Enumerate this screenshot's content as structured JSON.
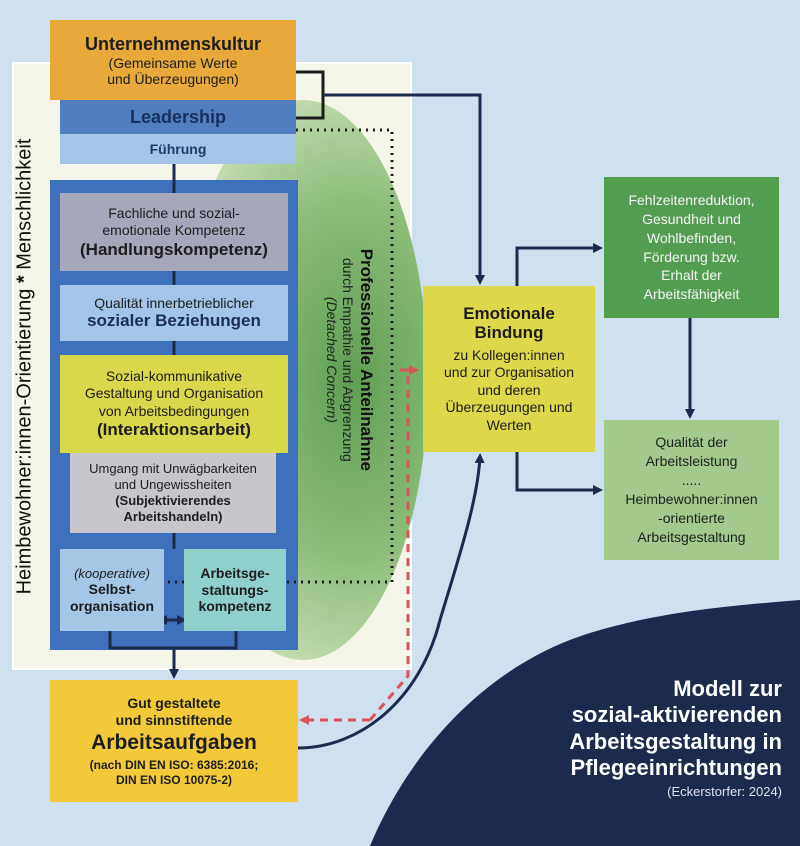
{
  "outer_label": {
    "part1": "Heimbewohner:innen-Orientierung",
    "sep": " * ",
    "part2": "Menschlichkeit"
  },
  "side_label": {
    "title": "Professionelle Anteilnahme",
    "line2": "durch Empathie und Abgrenzung",
    "line3": "(Detached Concern)"
  },
  "unternehmenskultur": {
    "title": "Unternehmenskultur",
    "sub1": "(Gemeinsame Werte",
    "sub2": "und Überzeugungen)"
  },
  "leadership": {
    "title": "Leadership"
  },
  "fuehrung": {
    "title": "Führung"
  },
  "fachliche": {
    "line1": "Fachliche und sozial-",
    "line2": "emotionale Kompetenz",
    "title": "(Handlungskompetenz)"
  },
  "qualitaet": {
    "line1": "Qualität innerbetrieblicher",
    "title": "sozialer Beziehungen"
  },
  "interaktion": {
    "line1": "Sozial-kommunikative",
    "line2": "Gestaltung und Organisation",
    "line3": "von Arbeitsbedingungen",
    "title": "(Interaktionsarbeit)"
  },
  "umgang": {
    "line1": "Umgang mit Unwägbarkeiten",
    "line2": "und Ungewissheiten",
    "title1": "(Subjektivierendes",
    "title2": "Arbeitshandeln)"
  },
  "selbst": {
    "line1": "(kooperative)",
    "title1": "Selbst-",
    "title2": "organisation"
  },
  "arbeitsgestaltung": {
    "title1": "Arbeitsge-",
    "title2": "staltungs-",
    "title3": "kompetenz"
  },
  "arbeitsaufgaben": {
    "line1": "Gut gestaltete",
    "line2": "und sinnstiftende",
    "title": "Arbeitsaufgaben",
    "note1": "(nach DIN EN ISO: 6385:2016;",
    "note2": "DIN EN ISO 10075-2)"
  },
  "emotionale": {
    "title1": "Emotionale",
    "title2": "Bindung",
    "line1": "zu Kollegen:innen",
    "line2": "und zur Organisation",
    "line3": "und deren",
    "line4": "Überzeugungen und",
    "line5": "Werten"
  },
  "fehlzeiten": {
    "line1": "Fehlzeitenreduktion,",
    "line2": "Gesundheit und",
    "line3": "Wohlbefinden,",
    "line4": "Förderung bzw.",
    "line5": "Erhalt der",
    "line6": "Arbeitsfähigkeit"
  },
  "qualitaet_arbeit": {
    "line1": "Qualität der",
    "line2": "Arbeitsleistung",
    "line3": ".....",
    "line4": "Heimbewohner:innen",
    "line5": "-orientierte",
    "line6": "Arbeitsgestaltung"
  },
  "title_block": {
    "line1": "Modell zur",
    "line2": "sozial-aktivierenden",
    "line3": "Arbeitsgestaltung in",
    "line4": "Pflegeeinrichtungen",
    "citation": "(Eckerstorfer: 2024)"
  },
  "colors": {
    "background": "#cfe0ef",
    "dark_navy": "#1c2a4d",
    "orange": "#e8a83a",
    "leadership_blue": "#4f7fc0",
    "light_blue": "#a6c4e6",
    "panel_blue": "#3d71bc",
    "yellow": "#f3c93a",
    "lime": "#ddd84a",
    "green": "#529e51",
    "light_green": "#a3c98d",
    "teal": "#8ed0cc",
    "red_dashed": "#d9545a"
  }
}
